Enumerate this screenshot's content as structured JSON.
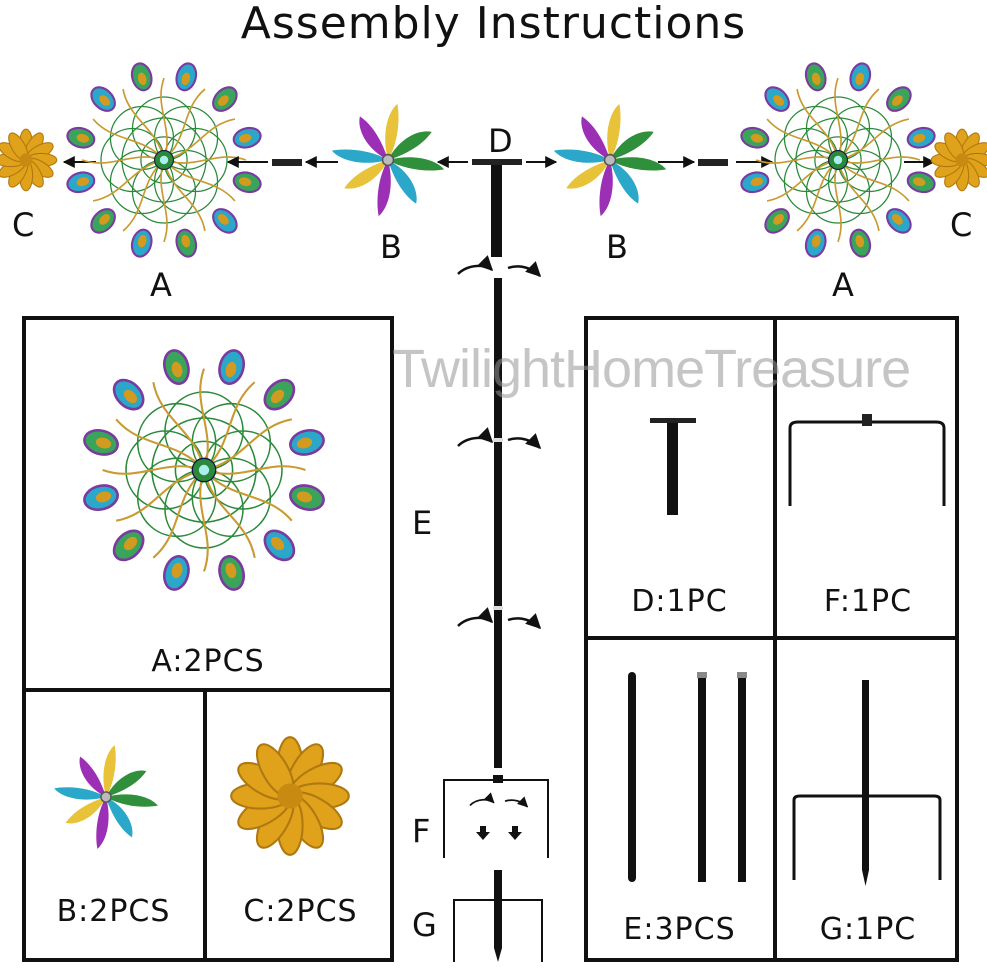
{
  "title": "Assembly Instructions",
  "watermark": "TwilightHomeTreasure",
  "labels": {
    "a_left": "A",
    "a_right": "A",
    "b_left": "B",
    "b_right": "B",
    "c_left": "C",
    "c_right": "C",
    "d": "D",
    "e": "E",
    "f": "F",
    "g": "G"
  },
  "parts": {
    "a": "A:2PCS",
    "b": "B:2PCS",
    "c": "C:2PCS",
    "d": "D:1PC",
    "e": "E:3PCS",
    "f": "F:1PC",
    "g": "G:1PC"
  },
  "colors": {
    "pole": "#111111",
    "flower_gold": "#e0a21a",
    "peacock_green": "#2a8a3a",
    "petal_purple": "#9b2fb5",
    "petal_teal": "#2aa7c9",
    "petal_yellow": "#e8c238",
    "petal_green": "#2f8f3a"
  }
}
